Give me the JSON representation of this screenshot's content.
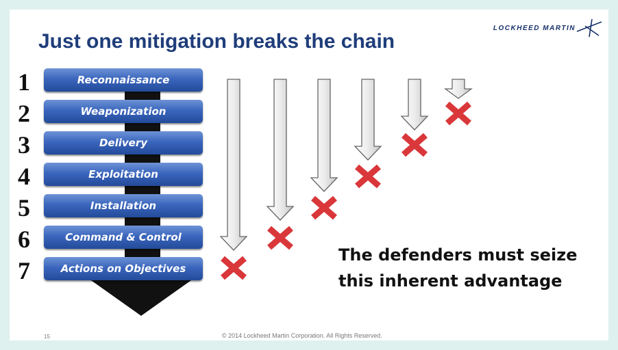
{
  "title": "Just one mitigation breaks the chain",
  "logo": {
    "text": "LOCKHEED MARTIN"
  },
  "chain": {
    "stages": [
      {
        "number": "1",
        "label": "Reconnaissance"
      },
      {
        "number": "2",
        "label": "Weaponization"
      },
      {
        "number": "3",
        "label": "Delivery"
      },
      {
        "number": "4",
        "label": "Exploitation"
      },
      {
        "number": "5",
        "label": "Installation"
      },
      {
        "number": "6",
        "label": "Command & Control"
      },
      {
        "number": "7",
        "label": "Actions on Objectives"
      }
    ]
  },
  "callout": {
    "line1": "The defenders must seize",
    "line2": "this inherent advantage"
  },
  "footer": {
    "page_number": "15",
    "copyright": "© 2014 Lockheed Martin Corporation. All Rights Reserved."
  },
  "colors": {
    "title": "#1f3d7a",
    "stage_box": "#3b66bd",
    "x_mark": "#d9373a",
    "arrow_fill": "#e6e6e6",
    "background": "#dff1ee"
  }
}
